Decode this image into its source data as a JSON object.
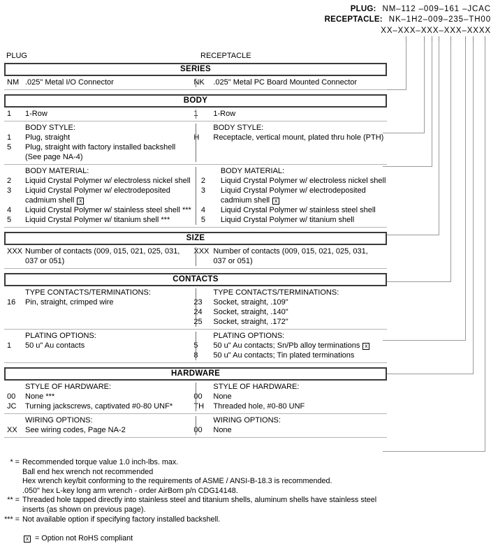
{
  "header": {
    "rows": [
      {
        "label": "PLUG:",
        "value": "NM–112 –009–161 –JCAC"
      },
      {
        "label": "RECEPTACLE:",
        "value": "NK–1H2–009–235–TH00"
      }
    ],
    "generic": "XX–XXX–XXX–XXX–XXXX"
  },
  "columns": {
    "plug": "PLUG",
    "receptacle": "RECEPTACLE"
  },
  "sections": [
    {
      "title": "SERIES",
      "blocks": [
        {
          "plug": {
            "options": [
              {
                "code": "NM",
                "desc": ".025\" Metal I/O Connector"
              }
            ]
          },
          "receptacle": {
            "options": [
              {
                "code": "NK",
                "desc": ".025\" Metal PC Board Mounted Connector"
              }
            ]
          }
        }
      ]
    },
    {
      "title": "BODY",
      "blocks": [
        {
          "plug": {
            "options": [
              {
                "code": "1",
                "desc": "1-Row"
              }
            ]
          },
          "receptacle": {
            "options": [
              {
                "code": "1",
                "desc": "1-Row"
              }
            ]
          }
        },
        {
          "plug": {
            "heading": "BODY STYLE:",
            "options": [
              {
                "code": "1",
                "desc": "Plug, straight"
              },
              {
                "code": "5",
                "desc": "Plug, straight with factory installed backshell"
              },
              {
                "code": "",
                "desc": "(See page NA-4)",
                "cont": true
              }
            ]
          },
          "receptacle": {
            "heading": "BODY STYLE:",
            "options": [
              {
                "code": "H",
                "desc": "Receptacle, vertical mount, plated thru hole (PTH)"
              }
            ]
          }
        },
        {
          "plug": {
            "heading": "BODY MATERIAL:",
            "options": [
              {
                "code": "2",
                "desc": "Liquid Crystal Polymer w/ electroless nickel shell"
              },
              {
                "code": "3",
                "desc": "Liquid Crystal Polymer w/ electrodeposited"
              },
              {
                "code": "",
                "desc": "cadmium shell",
                "cont": true,
                "rohs": true
              },
              {
                "code": "4",
                "desc": "Liquid Crystal Polymer w/ stainless steel shell ***"
              },
              {
                "code": "5",
                "desc": "Liquid Crystal Polymer w/ titanium shell ***"
              }
            ]
          },
          "receptacle": {
            "heading": "BODY MATERIAL:",
            "options": [
              {
                "code": "2",
                "desc": "Liquid Crystal Polymer w/ electroless nickel shell"
              },
              {
                "code": "3",
                "desc": "Liquid Crystal Polymer w/ electrodeposited"
              },
              {
                "code": "",
                "desc": "cadmium shell",
                "cont": true,
                "rohs": true
              },
              {
                "code": "4",
                "desc": "Liquid Crystal Polymer w/ stainless steel shell"
              },
              {
                "code": "5",
                "desc": "Liquid Crystal Polymer w/ titanium shell"
              }
            ]
          }
        }
      ]
    },
    {
      "title": "SIZE",
      "blocks": [
        {
          "plug": {
            "options": [
              {
                "code": "XXX",
                "desc": "Number of contacts (009, 015, 021, 025, 031,"
              },
              {
                "code": "",
                "desc": "037 or 051)",
                "cont": true
              }
            ]
          },
          "receptacle": {
            "options": [
              {
                "code": "XXX",
                "desc": "Number of contacts (009, 015, 021, 025, 031,"
              },
              {
                "code": "",
                "desc": "037 or 051)",
                "cont": true
              }
            ]
          }
        }
      ]
    },
    {
      "title": "CONTACTS",
      "blocks": [
        {
          "plug": {
            "heading": "TYPE CONTACTS/TERMINATIONS:",
            "options": [
              {
                "code": "16",
                "desc": "Pin, straight, crimped wire"
              }
            ]
          },
          "receptacle": {
            "heading": "TYPE CONTACTS/TERMINATIONS:",
            "options": [
              {
                "code": "23",
                "desc": "Socket, straight, .109\""
              },
              {
                "code": "24",
                "desc": "Socket, straight, .140\""
              },
              {
                "code": "25",
                "desc": "Socket, straight, .172\""
              }
            ]
          }
        },
        {
          "plug": {
            "heading": "PLATING OPTIONS:",
            "options": [
              {
                "code": "1",
                "desc": "50 u\" Au contacts"
              }
            ]
          },
          "receptacle": {
            "heading": "PLATING OPTIONS:",
            "options": [
              {
                "code": "5",
                "desc": "50 u\" Au contacts; Sn/Pb alloy terminations",
                "rohs": true
              },
              {
                "code": "8",
                "desc": "50 u\" Au contacts; Tin plated terminations"
              }
            ]
          }
        }
      ]
    },
    {
      "title": "HARDWARE",
      "blocks": [
        {
          "plug": {
            "heading": "STYLE OF HARDWARE:",
            "options": [
              {
                "code": "00",
                "desc": "None  ***"
              },
              {
                "code": "JC",
                "desc": "Turning jackscrews, captivated #0-80 UNF*"
              }
            ]
          },
          "receptacle": {
            "heading": "STYLE OF HARDWARE:",
            "options": [
              {
                "code": "00",
                "desc": "None"
              },
              {
                "code": "TH",
                "desc": "Threaded hole, #0-80 UNF"
              }
            ]
          }
        },
        {
          "plug": {
            "heading": "WIRING OPTIONS:",
            "options": [
              {
                "code": "XX",
                "desc": "See wiring codes, Page NA-2"
              }
            ]
          },
          "receptacle": {
            "heading": "WIRING OPTIONS:",
            "options": [
              {
                "code": "00",
                "desc": "None"
              }
            ]
          }
        }
      ]
    }
  ],
  "footnotes": [
    {
      "mark": "* =",
      "lines": [
        "Recommended torque value 1.0 inch-lbs. max.",
        "Ball end hex wrench not recommended",
        "Hex wrench key/bit conforming to the requirements of ASME / ANSI-B-18.3 is recommended.",
        ".050\" hex L-key long arm wrench - order AirBorn p/n CDG14148."
      ]
    },
    {
      "mark": "** =",
      "lines": [
        "Threaded hole tapped directly into stainless steel and titanium shells, aluminum shells have stainless steel",
        "inserts (as shown on previous page)."
      ]
    },
    {
      "mark": "*** =",
      "lines": [
        "Not available option if specifying factory installed backshell."
      ]
    }
  ],
  "rohs_note": {
    "symbol": "x",
    "text": "= Option not RoHS compliant"
  }
}
